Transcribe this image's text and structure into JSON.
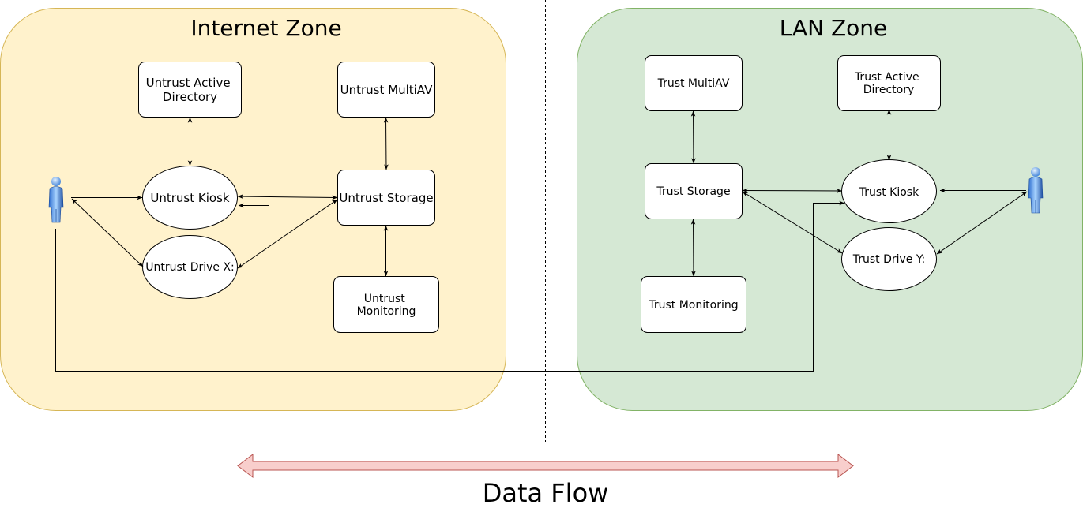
{
  "zones": {
    "internet": {
      "title": "Internet Zone",
      "fill": "#fff2cc",
      "stroke": "#d6b656"
    },
    "lan": {
      "title": "LAN Zone",
      "fill": "#d5e8d4",
      "stroke": "#82b366"
    }
  },
  "nodes": {
    "untrust_active_directory": [
      "Untrust Active",
      "Directory"
    ],
    "untrust_multiav": "Untrust MultiAV",
    "untrust_kiosk": "Untrust Kiosk",
    "untrust_storage": "Untrust Storage",
    "untrust_drive": "Untrust Drive X:",
    "untrust_monitoring": [
      "Untrust",
      "Monitoring"
    ],
    "trust_multiav": "Trust MultiAV",
    "trust_active_directory": [
      "Trust Active",
      "Directory"
    ],
    "trust_storage": "Trust Storage",
    "trust_kiosk": "Trust Kiosk",
    "trust_drive": "Trust Drive Y:",
    "trust_monitoring": "Trust Monitoring"
  },
  "users": {
    "internet_user": "user-icon",
    "lan_user": "user-icon"
  },
  "footer": {
    "title": "Data Flow",
    "arrow_fill": "#f8cecc",
    "arrow_stroke": "#b85450"
  }
}
